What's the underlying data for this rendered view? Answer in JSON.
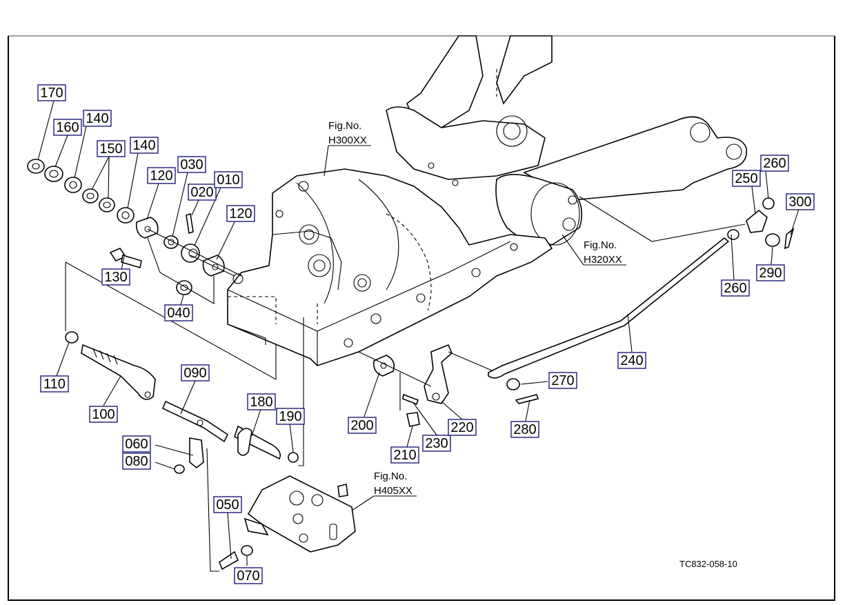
{
  "drawing_code": "TC832-058-10",
  "figure_refs": [
    {
      "id": "h300",
      "label": "Fig.No.",
      "code": "H300XX"
    },
    {
      "id": "h320",
      "label": "Fig.No.",
      "code": "H320XX"
    },
    {
      "id": "h405",
      "label": "Fig.No.",
      "code": "H405XX"
    }
  ],
  "callouts": {
    "p170": "170",
    "p160": "160",
    "p140a": "140",
    "p150": "150",
    "p140b": "140",
    "p120a": "120",
    "p030": "030",
    "p020": "020",
    "p010": "010",
    "p120b": "120",
    "p130": "130",
    "p040": "040",
    "p110": "110",
    "p100": "100",
    "p090": "090",
    "p060": "060",
    "p080": "080",
    "p180": "180",
    "p190": "190",
    "p050": "050",
    "p070": "070",
    "p200": "200",
    "p210": "210",
    "p230": "230",
    "p220": "220",
    "p240": "240",
    "p270": "270",
    "p280": "280",
    "p250": "250",
    "p260a": "260",
    "p260b": "260",
    "p290": "290",
    "p300": "300"
  },
  "colors": {
    "callout_box_border": "#1a1a78",
    "line": "#000000",
    "background": "#ffffff"
  }
}
